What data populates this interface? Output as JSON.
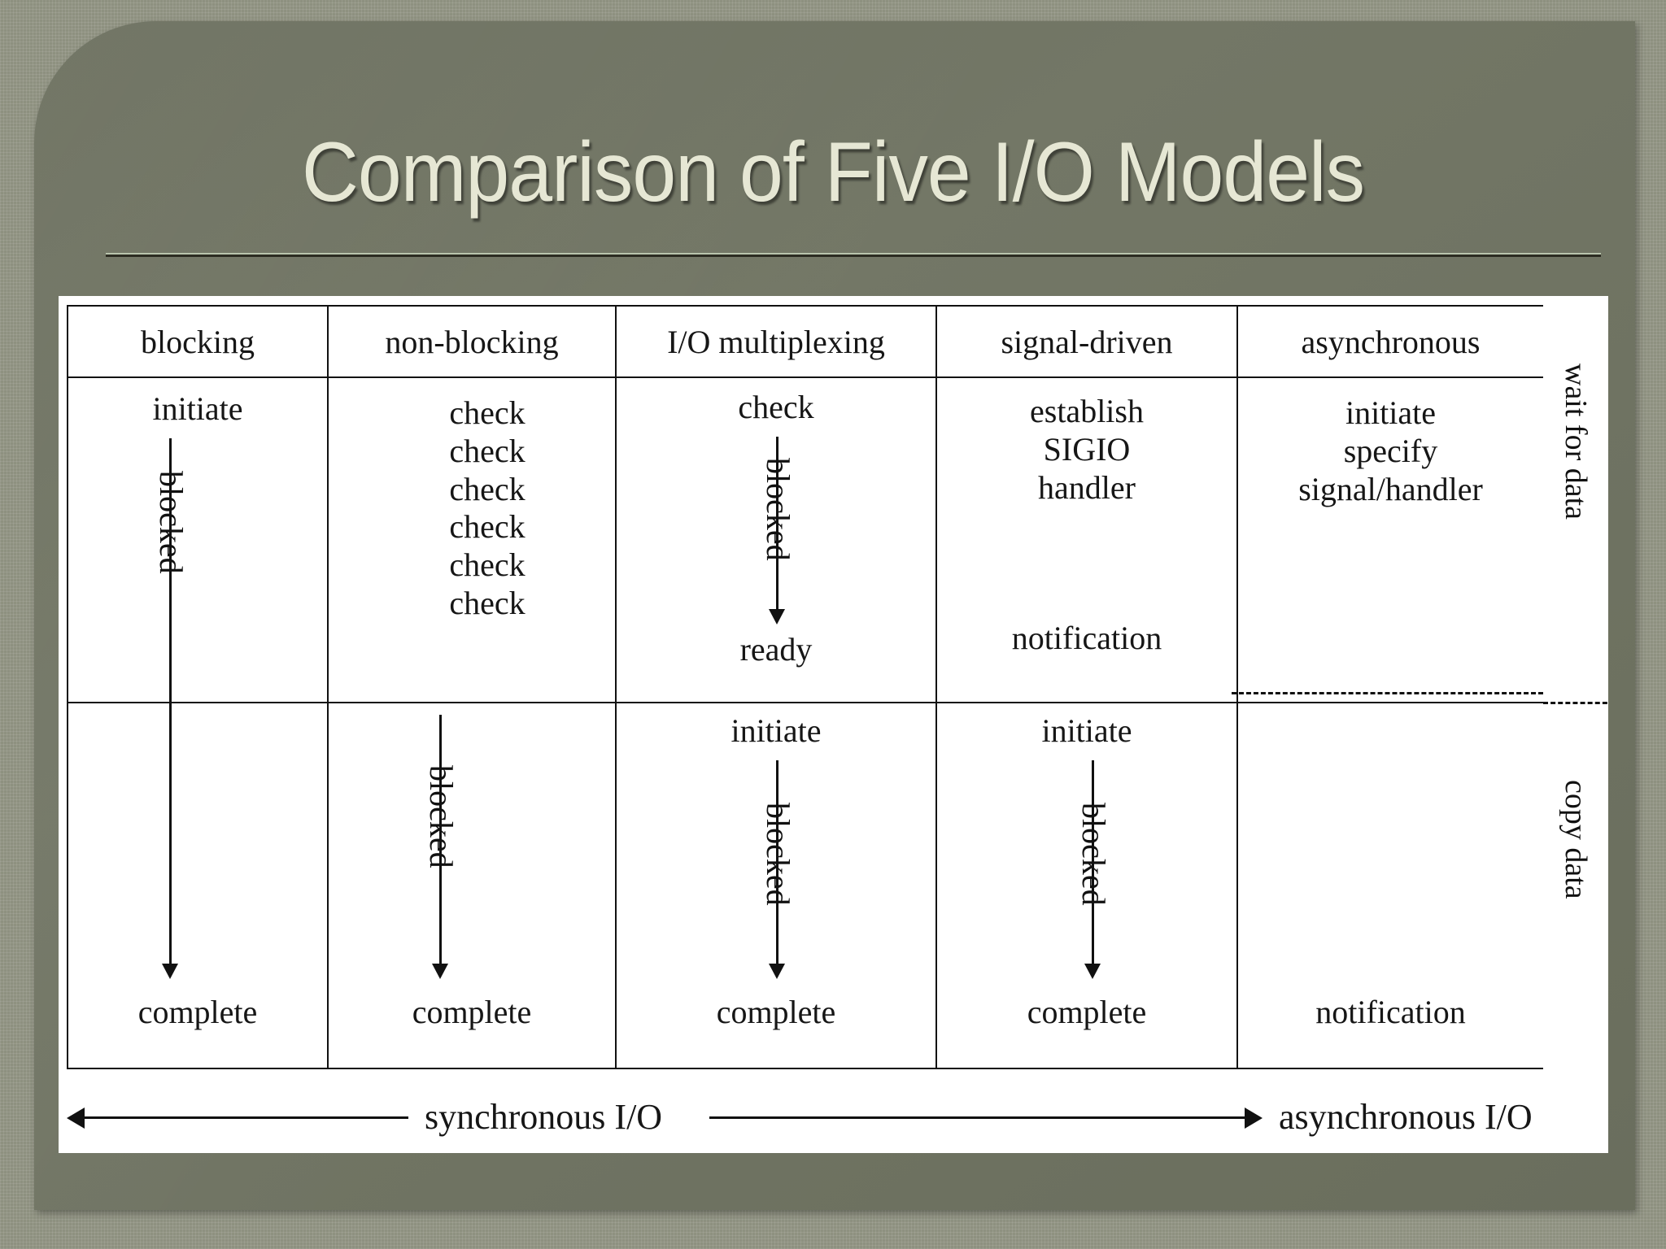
{
  "slide": {
    "title": "Comparison of Five I/O Models",
    "background_color": "#8e9180",
    "panel_color": "#6e7261",
    "title_color": "#e6e7d4",
    "card_color": "#ffffff"
  },
  "table": {
    "headers": [
      "blocking",
      "non-blocking",
      "I/O multiplexing",
      "signal-driven",
      "asynchronous"
    ],
    "phase_labels": {
      "wait": "wait for data",
      "copy": "copy data"
    },
    "blocked_label": "blocked",
    "wait_row": {
      "blocking": {
        "top_text": "initiate"
      },
      "non_blocking": {
        "checks": [
          "check",
          "check",
          "check",
          "check",
          "check",
          "check"
        ]
      },
      "multiplexing": {
        "top_text": "check",
        "bottom_text": "ready"
      },
      "signal_driven": {
        "lines": [
          "establish",
          "SIGIO",
          "handler"
        ],
        "bottom_text": "notification"
      },
      "asynchronous": {
        "lines": [
          "initiate",
          "specify",
          "signal/handler"
        ]
      }
    },
    "copy_row": {
      "blocking": {
        "bottom_text": "complete"
      },
      "non_blocking": {
        "bottom_text": "complete"
      },
      "multiplexing": {
        "top_text": "initiate",
        "bottom_text": "complete"
      },
      "signal_driven": {
        "top_text": "initiate",
        "bottom_text": "complete"
      },
      "asynchronous": {
        "bottom_text": "notification"
      }
    }
  },
  "caption": {
    "synchronous": "synchronous I/O",
    "asynchronous": "asynchronous I/O"
  }
}
